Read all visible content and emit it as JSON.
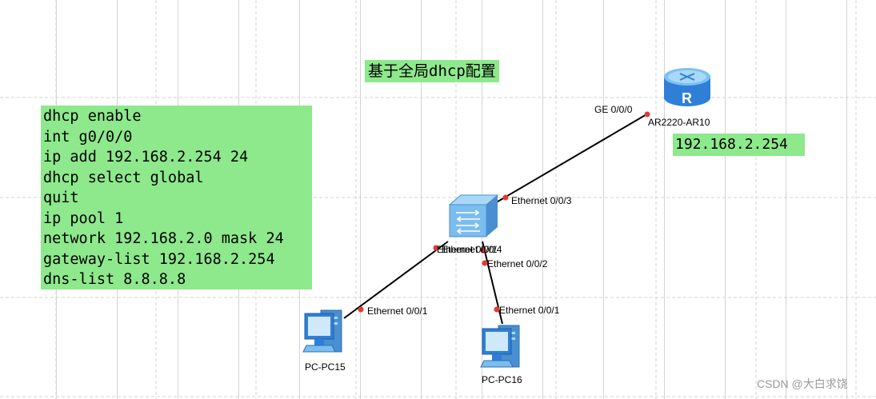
{
  "title": "基于全局dhcp配置",
  "config_lines": [
    "dhcp enable",
    "int g0/0/0",
    "ip add 192.168.2.254 24",
    "dhcp select global",
    "quit",
    "ip pool 1",
    "network 192.168.2.0 mask 24",
    "gateway-list 192.168.2.254",
    "dns-list 8.8.8.8"
  ],
  "router": {
    "name": "AR2220-AR10",
    "port": "GE 0/0/0",
    "ip": "192.168.2.254"
  },
  "switch": {
    "ports": [
      "Ethernet 0/0/3",
      "Ethernet 0/0/1",
      "Ethernet 0/0/4",
      "Ethernet 0/0/2"
    ]
  },
  "pcs": [
    {
      "name": "PC-PC15",
      "port": "Ethernet 0/0/1"
    },
    {
      "name": "PC-PC16",
      "port": "Ethernet 0/0/1"
    }
  ],
  "watermark": "CSDN @大白求饶",
  "colors": {
    "highlight": "#8ee88c",
    "port_dot": "#e53935",
    "router": "#3d8ee0",
    "link": "#000000"
  }
}
